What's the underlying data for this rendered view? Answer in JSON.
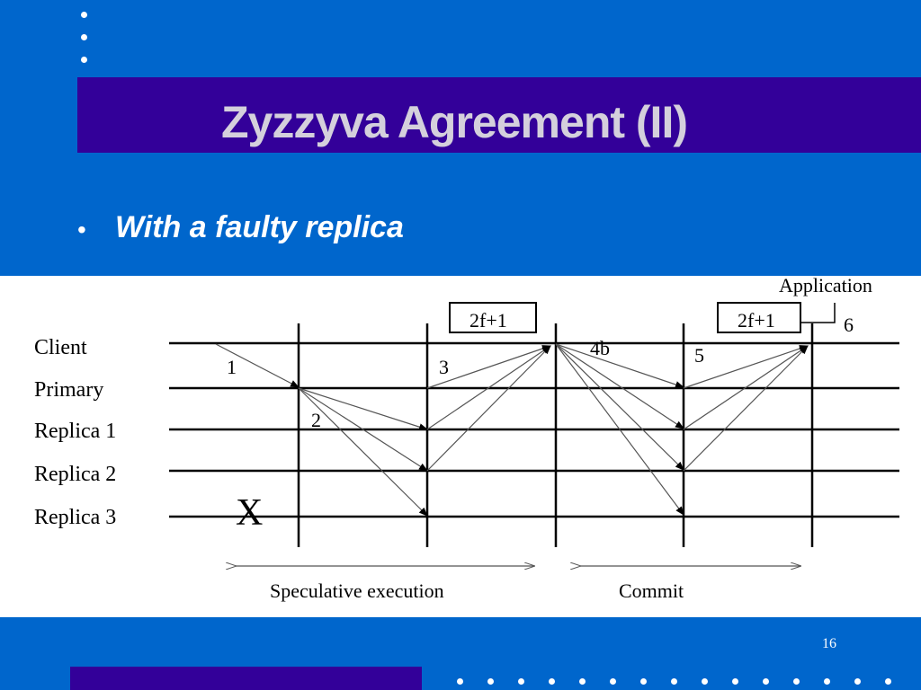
{
  "slide": {
    "title": "Zyzzyva Agreement (II)",
    "bullet": "With a faulty replica",
    "page_number": "16",
    "colors": {
      "background": "#0066CC",
      "title_band": "#330099",
      "title_text": "#D4D0DC",
      "figure_bg": "#FFFFFF"
    }
  },
  "diagram": {
    "rows": [
      "Client",
      "Primary",
      "Replica 1",
      "Replica 2",
      "Replica 3"
    ],
    "step_labels": [
      "1",
      "2",
      "3",
      "4b",
      "5",
      "6"
    ],
    "quorum_boxes": [
      "2f+1",
      "2f+1"
    ],
    "application_label": "Application",
    "faulty_marker": "X",
    "phases": [
      "Speculative execution",
      "Commit"
    ]
  }
}
